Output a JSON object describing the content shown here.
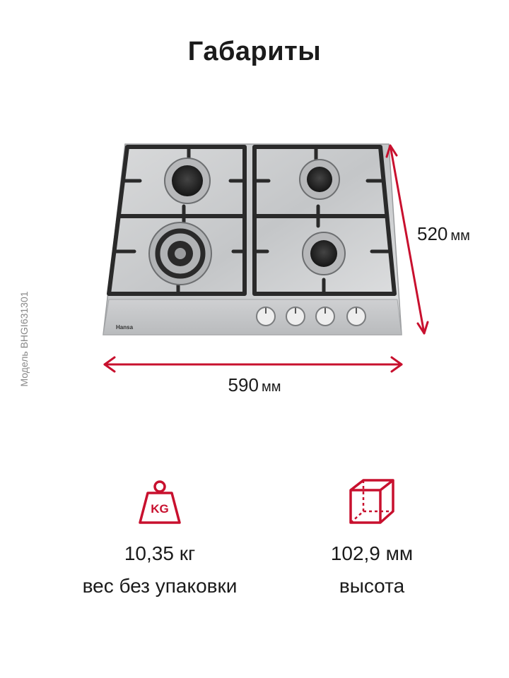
{
  "page": {
    "title": "Габариты",
    "model_label": "Модель BHGI631301"
  },
  "dimensions": {
    "width_value": "590",
    "width_unit": "мм",
    "height_value": "520",
    "height_unit": "мм",
    "accent_color": "#c8102e"
  },
  "product": {
    "brand": "Hansa"
  },
  "specs": {
    "weight": {
      "value": "10,35 кг",
      "caption": "вес без упаковки",
      "icon": "weight-kg-icon",
      "icon_text": "KG"
    },
    "height": {
      "value": "102,9 мм",
      "caption": "высота",
      "icon": "box-dimensions-icon"
    }
  }
}
